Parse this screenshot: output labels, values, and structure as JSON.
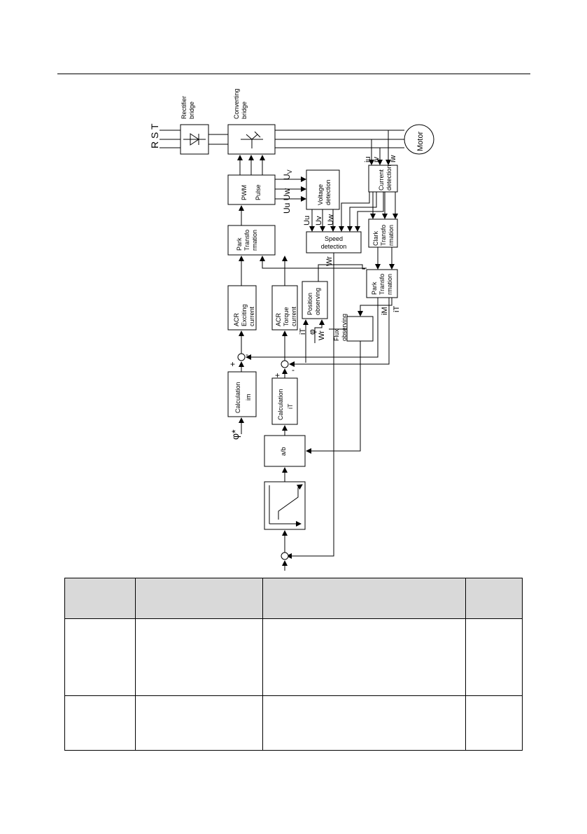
{
  "labels": {
    "rst": "R S T",
    "rectifier": [
      "Rectifier",
      "bridge"
    ],
    "converting": [
      "Converting",
      "bridge"
    ],
    "motor": "Motor",
    "pwm": [
      "PWM",
      "Pulse"
    ],
    "uv_top": "U",
    "uv_top_sub": "V",
    "uu_uw": "Uu Uw",
    "voltage": [
      "Voltage",
      "detection"
    ],
    "current": [
      "Current",
      "detection"
    ],
    "iu": "iu",
    "iv": "iv",
    "iw": "iw",
    "park_left": [
      "Park",
      "Transfo",
      "rmation"
    ],
    "uu": "Uu",
    "uv": "Uv",
    "uw": "Uw",
    "speed": [
      "Speed",
      "detection"
    ],
    "clark": [
      "Clark",
      "Transfo",
      "rmation"
    ],
    "wr": "Wr",
    "park_right": [
      "Park",
      "Transfo",
      "rmation"
    ],
    "im": "iM",
    "it": "iT",
    "acr_excite": [
      "ACR",
      "Exciting",
      "current"
    ],
    "acr_torque": [
      "ACR",
      "Torque",
      "current"
    ],
    "position": [
      "Position",
      "observing"
    ],
    "flux": [
      "Flux",
      "observing"
    ],
    "it_small": "iT",
    "phi_small": "φ",
    "wr_small": "Wr",
    "plus": "+",
    "minus": "-",
    "calc_m": [
      "Calculation",
      "im"
    ],
    "calc_t": [
      "Calculation",
      "iT"
    ],
    "phi_star": "φ*",
    "ab": "a/b"
  },
  "table": {
    "header": [
      "",
      "",
      "",
      ""
    ],
    "rows": [
      [
        "",
        "",
        "",
        ""
      ],
      [
        "",
        "",
        "",
        ""
      ]
    ]
  }
}
